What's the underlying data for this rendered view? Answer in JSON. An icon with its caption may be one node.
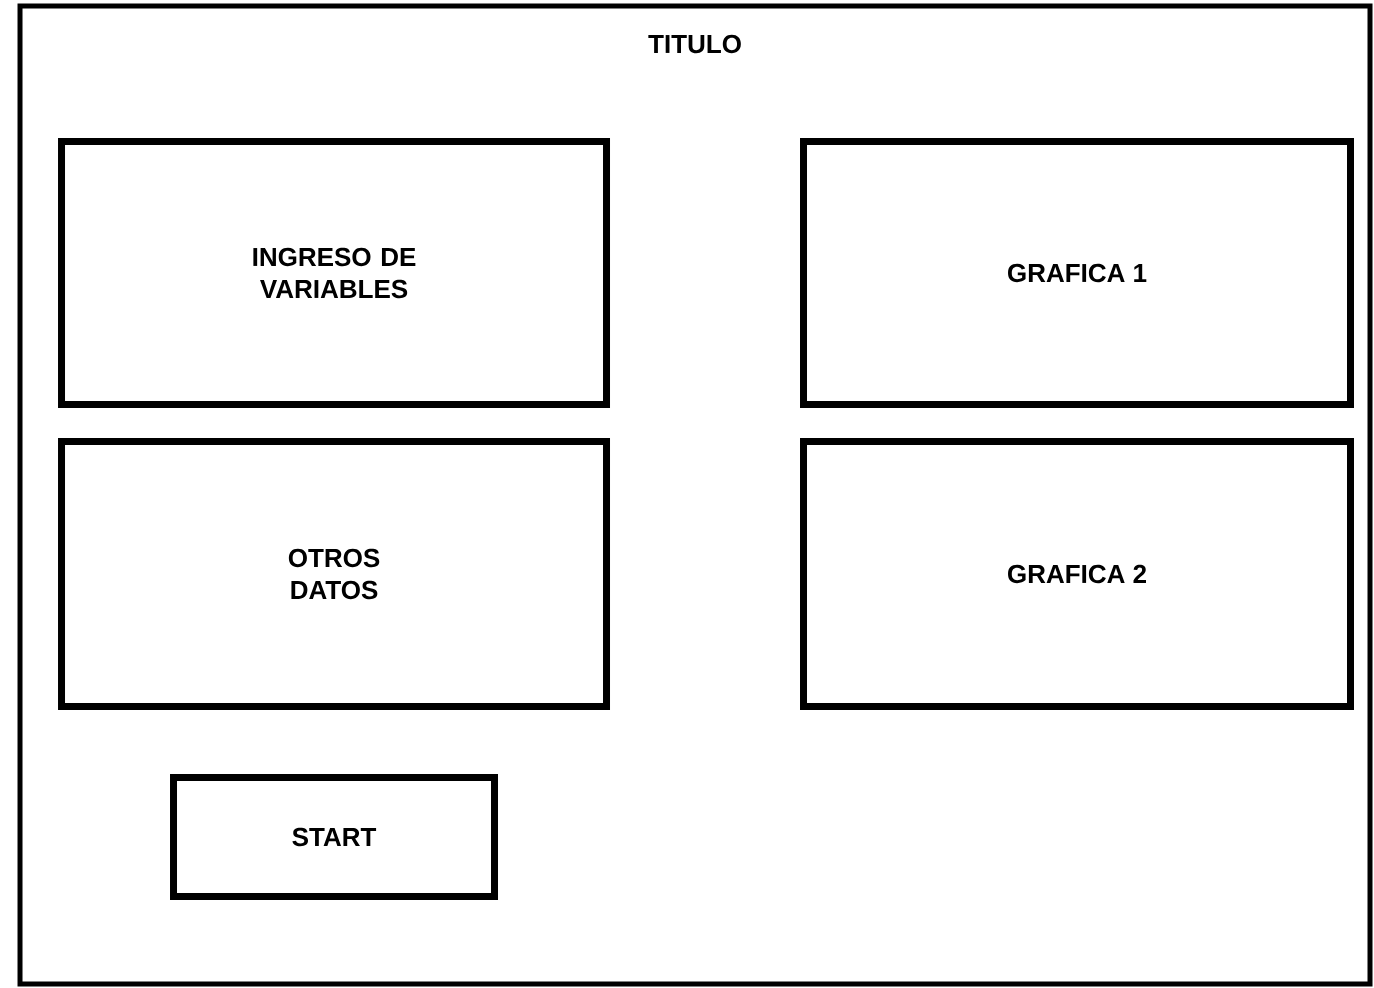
{
  "diagram": {
    "nodes": [
      {
        "text": [
          "TITULO"
        ]
      },
      {
        "text": [
          "INGRESO DE VARIABLES"
        ],
        "in": 0
      },
      {
        "text": [
          "GRAFICA 1"
        ],
        "in": 0
      },
      {
        "text": [
          "OTROS DATOS"
        ],
        "in": 0
      },
      {
        "text": [
          "GRAFICA 2"
        ],
        "in": 0
      },
      {
        "text": [
          "START"
        ],
        "in": 0
      }
    ]
  }
}
